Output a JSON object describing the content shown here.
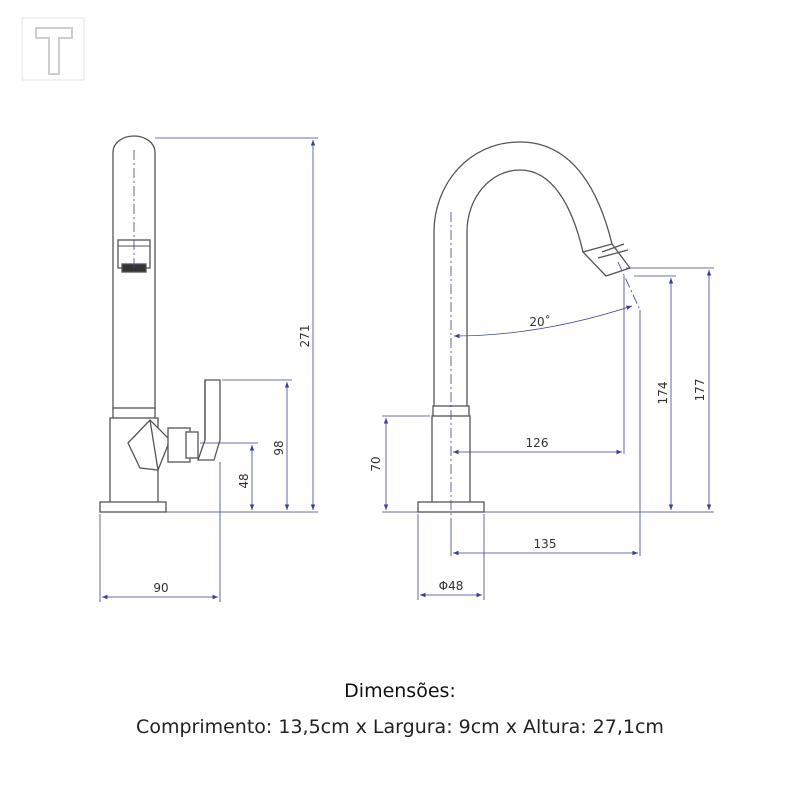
{
  "brand": {
    "logo_icon": "letter-t-logo-icon",
    "logo_text": "T"
  },
  "dimensions_side": {
    "d90": "90",
    "d48": "48",
    "d98": "98",
    "d271": "271"
  },
  "dimensions_front": {
    "d70": "70",
    "d126": "126",
    "d135": "135",
    "d174": "174",
    "d177": "177",
    "dia48": "Φ48",
    "angle": "20˚"
  },
  "caption": {
    "title": "Dimensões:",
    "details": "Comprimento: 13,5cm x Largura: 9cm x Altura: 27,1cm"
  },
  "colors": {
    "outline": "#555555",
    "dimension_line": "#3a3f9a",
    "centerline": "#3a3f9a"
  }
}
